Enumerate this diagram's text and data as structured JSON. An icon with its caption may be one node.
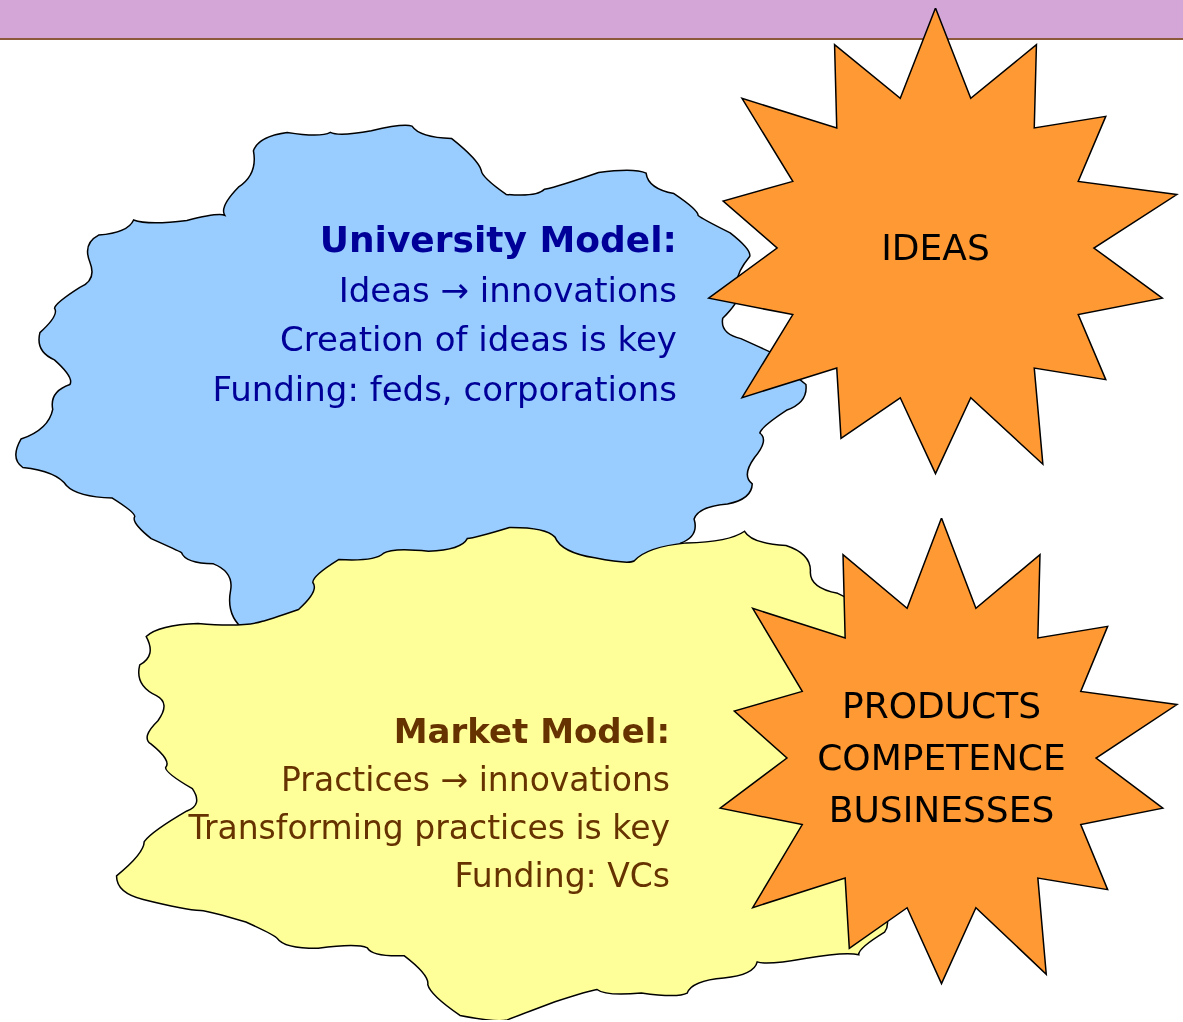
{
  "diagram": {
    "nodes": [
      {
        "text": [
          "University Model:",
          "Ideas → innovations",
          "Creation of ideas is key",
          "Funding: feds, corporations"
        ]
      },
      {
        "text": [
          "IDEAS"
        ]
      },
      {
        "text": [
          "Market Model:",
          "Practices → innovations",
          "Transforming practices is key",
          "Funding: VCs"
        ]
      },
      {
        "text": [
          "PRODUCTS",
          "COMPETENCE",
          "BUSINESSES"
        ]
      }
    ]
  }
}
